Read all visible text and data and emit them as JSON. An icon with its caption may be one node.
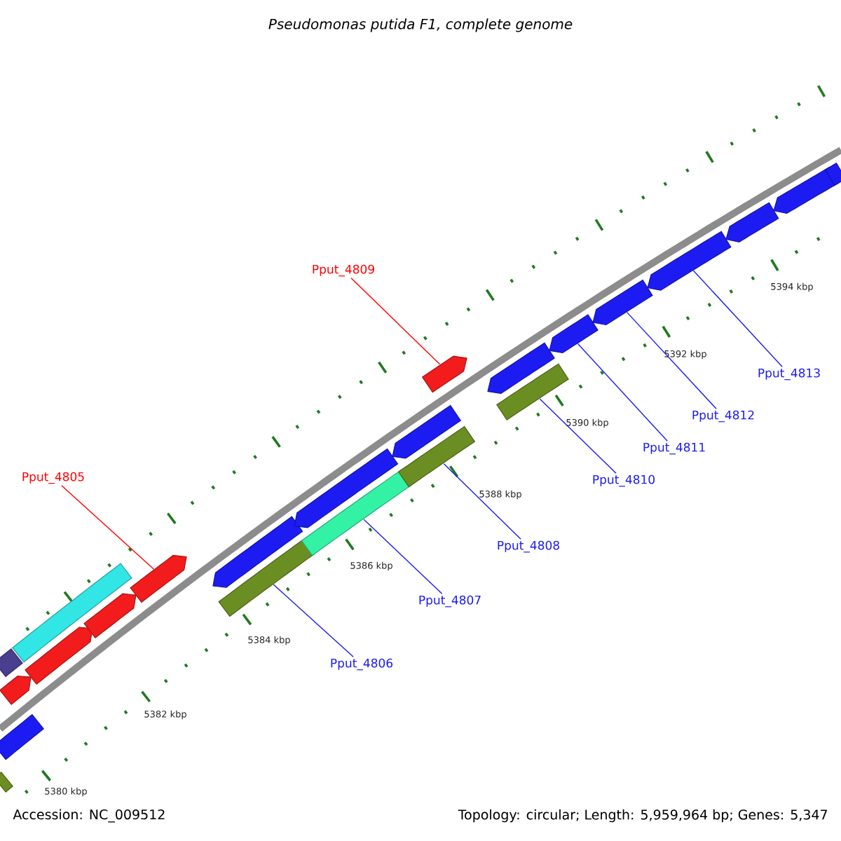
{
  "diagram": {
    "title": "Pseudomonas putida F1, complete genome",
    "nodes": [
      {
        "text": [
          "Pput_4809"
        ]
      },
      {
        "text": [
          "Pput_4805"
        ]
      },
      {
        "text": [
          "Pput_4813"
        ]
      },
      {
        "text": [
          "Pput_4812"
        ]
      },
      {
        "text": [
          "Pput_4811"
        ]
      },
      {
        "text": [
          "Pput_4810"
        ]
      },
      {
        "text": [
          "Pput_4808"
        ]
      },
      {
        "text": [
          "Pput_4807"
        ]
      },
      {
        "text": [
          "Pput_4806"
        ]
      },
      {
        "text": [],
        "shape": "pentagon"
      },
      {
        "text": [],
        "shape": "box"
      },
      {
        "text": [],
        "shape": "box"
      },
      {
        "text": [],
        "shape": "pentagon"
      },
      {
        "text": [],
        "shape": "box"
      },
      {
        "text": [],
        "shape": "pentagon"
      },
      {
        "text": [],
        "shape": "pentagon"
      },
      {
        "text": [],
        "shape": "pentagon"
      },
      {
        "text": [],
        "shape": "pentagon"
      },
      {
        "text": [],
        "shape": "box"
      },
      {
        "text": [],
        "shape": "pentagon"
      },
      {
        "text": [],
        "shape": "box"
      },
      {
        "text": [],
        "shape": "pentagon"
      },
      {
        "text": [],
        "shape": "box"
      },
      {
        "text": [],
        "shape": "pentagon"
      },
      {
        "text": [],
        "shape": "pentagon"
      },
      {
        "text": [],
        "shape": "box"
      },
      {
        "text": [],
        "shape": "pentagon"
      },
      {
        "text": [],
        "shape": "pentagon"
      },
      {
        "text": [],
        "shape": "pentagon"
      },
      {
        "text": [],
        "shape": "pentagon"
      },
      {
        "text": [],
        "shape": "pentagon"
      },
      {
        "text": [],
        "shape": "pentagon"
      }
    ],
    "edges": [
      {
        "from": 0,
        "to": 23,
        "arrow": "none",
        "color": "#ff0000"
      },
      {
        "from": 1,
        "to": 16,
        "arrow": "none",
        "color": "#ff0000"
      },
      {
        "from": 2,
        "to": 28,
        "arrow": "none"
      },
      {
        "from": 3,
        "to": 27,
        "arrow": "none"
      },
      {
        "from": 4,
        "to": 26,
        "arrow": "none"
      },
      {
        "from": 5,
        "to": 25,
        "arrow": "none"
      },
      {
        "from": 6,
        "to": 22,
        "arrow": "none"
      },
      {
        "from": 7,
        "to": 20,
        "arrow": "none"
      },
      {
        "from": 8,
        "to": 18,
        "arrow": "none"
      }
    ],
    "labels": [
      "5394 kbp",
      "5392 kbp",
      "5390 kbp",
      "5388 kbp",
      "5386 kbp",
      "5384 kbp",
      "5382 kbp",
      "5380 kbp",
      "Accession: NC_009512",
      "Topology: circular; Length: 5,959,964 bp; Genes: 5,347"
    ]
  }
}
